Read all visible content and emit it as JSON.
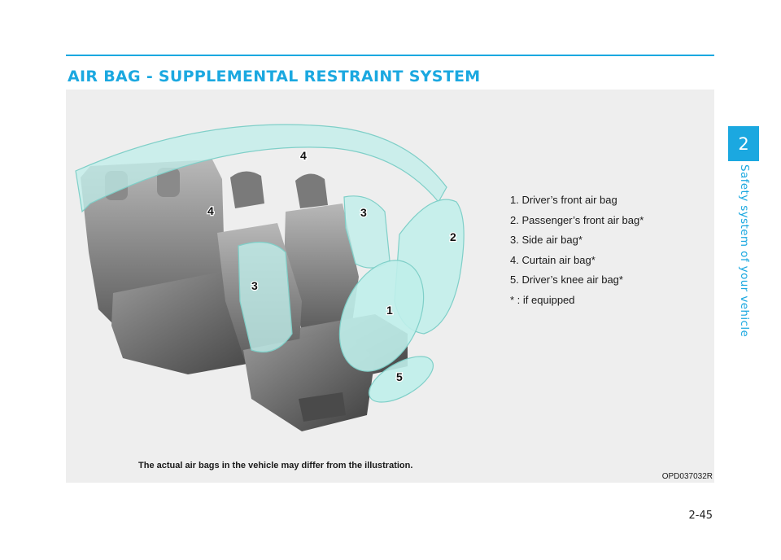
{
  "header": {
    "section_title": "AIR BAG - SUPPLEMENTAL RESTRAINT SYSTEM"
  },
  "chapter": {
    "number": "2",
    "title": "Safety system of your vehicle"
  },
  "figure": {
    "callouts": [
      "4",
      "4",
      "3",
      "3",
      "2",
      "1",
      "5"
    ],
    "legend": [
      "1. Driver’s front air bag",
      "2. Passenger’s front air bag*",
      "3. Side air bag*",
      "4. Curtain air bag*",
      "5. Driver’s knee air bag*",
      "* : if equipped"
    ],
    "caption": "The actual air bags in the vehicle may differ from the illustration.",
    "code": "OPD037032R"
  },
  "footer": {
    "page_number": "2-45"
  },
  "colors": {
    "accent": "#1ba8e0",
    "airbag_fill": "#bfeeea",
    "panel_bg": "#eeeeee"
  }
}
